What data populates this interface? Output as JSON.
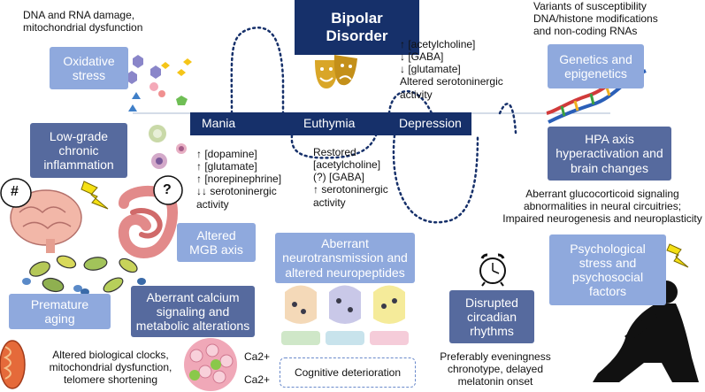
{
  "title": "Bipolar\nDisorder",
  "mood_states": [
    "Mania",
    "Euthymia",
    "Depression"
  ],
  "labels": {
    "dna_damage": "DNA and RNA damage,\nmitochondrial dysfunction",
    "susceptibility": "Variants of susceptibility\nDNA/histone modifications\nand non-coding RNAs",
    "depression_nt": "↑ [acetylcholine]\n↓ [GABA]\n↓ [glutamate]\nAltered serotoninergic\nactivity",
    "mania_nt": "↑ [dopamine]\n↑ [glutamate]\n↑ [norepinephrine]\n↓↓ serotoninergic\nactivity",
    "euthymia_nt": "Restored\n[acetylcholine]\n(?) [GABA]\n↑ serotoninergic\nactivity",
    "glucocorticoid": "Aberrant glucocorticoid signaling\nabnormalities in neural circuitries;\nImpaired neurogenesis and neuroplasticity",
    "biological_clocks": "Altered biological clocks,\nmitochondrial dysfunction,\ntelomere shortening",
    "chronotype": "Preferably eveningness\nchronotype, delayed\nmelatonin onset",
    "ca_top": "Ca2+",
    "ca_bottom": "Ca2+",
    "cognitive": "Cognitive deterioration"
  },
  "boxes": {
    "oxidative_stress": "Oxidative\nstress",
    "inflammation": "Low-grade\nchronic\ninflammation",
    "genetics": "Genetics and\nepigenetics",
    "hpa_axis": "HPA axis\nhyperactivation and\nbrain changes",
    "mgb_axis": "Altered\nMGB axis",
    "neurotransmission": "Aberrant\nneurotransmission and\naltered neuropeptides",
    "psychological": "Psychological\nstress and\npsychosocial\nfactors",
    "premature_aging": "Premature\naging",
    "calcium": "Aberrant calcium\nsignaling and\nmetabolic alterations",
    "circadian": "Disrupted\ncircadian\nrhythms"
  },
  "brain_symbol": "#",
  "gut_symbol": "?",
  "colors": {
    "title_bg": "#16306a",
    "box_light": "#8fa9dd",
    "box_dark": "#566a9e",
    "mood_line": "#16306a"
  },
  "icons": [
    "theater-masks-icon",
    "dna-icon",
    "brain-icon",
    "intestine-icon",
    "lightning-icon",
    "alarm-clock-icon",
    "mitochondria-icon",
    "cell-icon",
    "silhouette-person-icon",
    "synapse-icon",
    "bacteria-icon",
    "molecule-icon"
  ]
}
